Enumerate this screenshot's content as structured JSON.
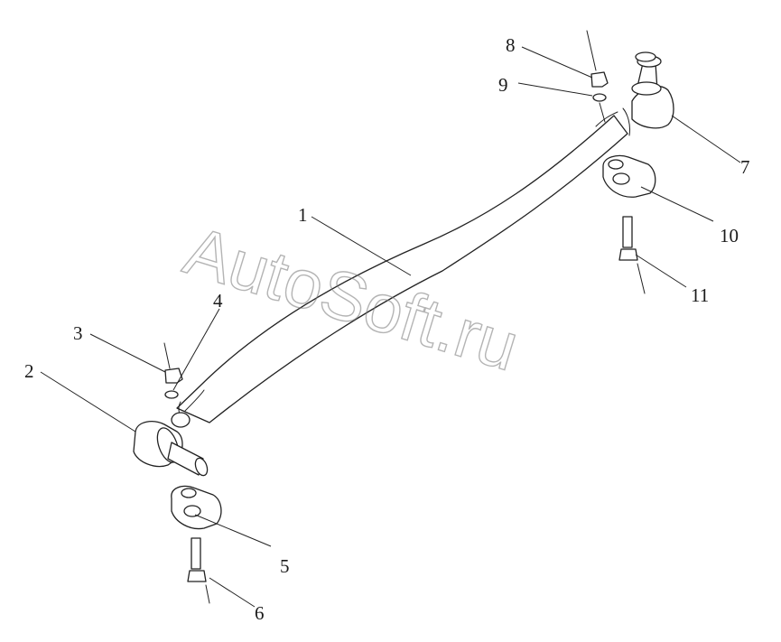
{
  "watermark": "AutoSoft.ru",
  "callouts": [
    "1",
    "2",
    "3",
    "4",
    "5",
    "6",
    "7",
    "8",
    "9",
    "10",
    "11"
  ]
}
